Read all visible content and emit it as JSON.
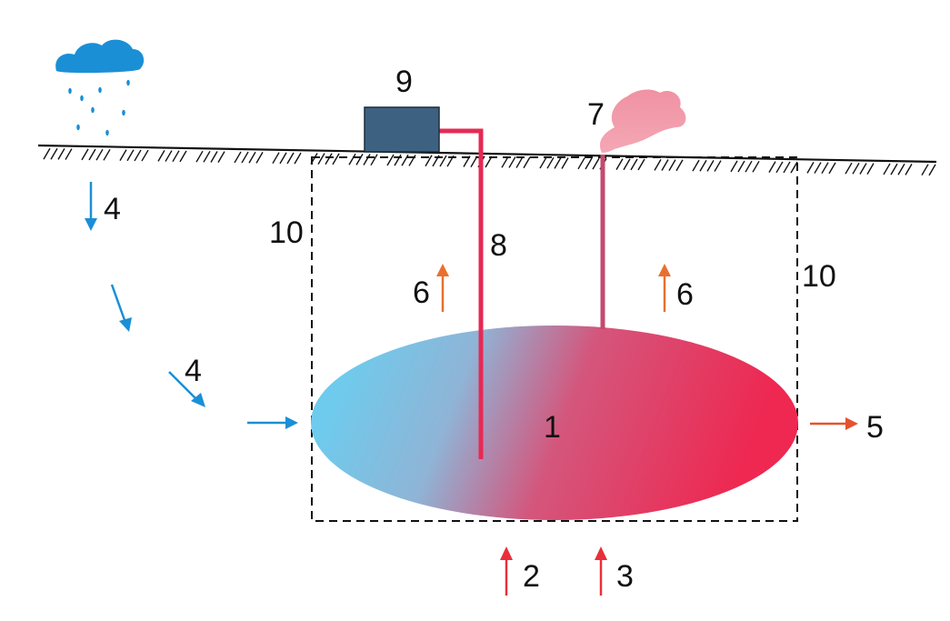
{
  "labels": {
    "reservoir": "1",
    "inflow_2": "2",
    "inflow_3": "3",
    "recharge_left_top": "4",
    "recharge_left_mid": "4",
    "outflow": "5",
    "uprise_left": "6",
    "uprise_right": "6",
    "plume": "7",
    "well": "8",
    "plant": "9",
    "boundary_left": "10",
    "boundary_right": "10"
  },
  "colors": {
    "rain_blue": "#1a8fd6",
    "cold_blue": "#6ecbed",
    "hot_red": "#ee2851",
    "well_red": "#e62a55",
    "vent_red": "#c44a6e",
    "plume_pink": "#f092a3",
    "plant_box": "#3d6281",
    "heat_orange": "#e8702e",
    "outflow_orange": "#e4532e",
    "inflow_red": "#e8303a",
    "ground_line": "#111111",
    "boundary_dash": "#111111"
  },
  "icons": {
    "rain": "rain-cloud-icon",
    "plume": "steam-plume-icon",
    "plant": "power-plant-icon"
  }
}
